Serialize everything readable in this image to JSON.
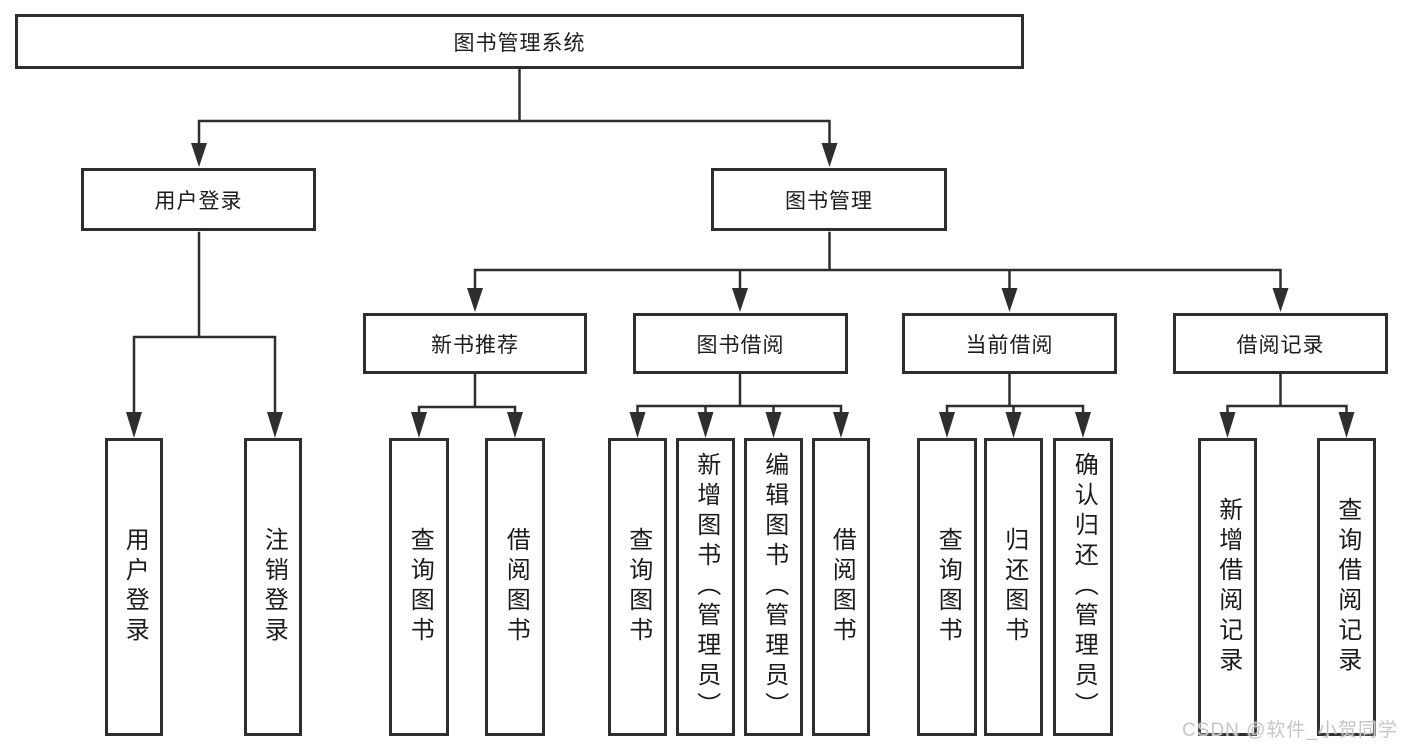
{
  "diagram": {
    "line_color": "#2e2e2e",
    "box_background": "#ffffff",
    "text_color": "#1c1c1c",
    "tree": {
      "label": "图书管理系统",
      "children": [
        {
          "label": "用户登录",
          "children": [
            {
              "label": "用户登录"
            },
            {
              "label": "注销登录"
            }
          ]
        },
        {
          "label": "图书管理",
          "children": [
            {
              "label": "新书推荐",
              "children": [
                {
                  "label": "查询图书"
                },
                {
                  "label": "借阅图书"
                }
              ]
            },
            {
              "label": "图书借阅",
              "children": [
                {
                  "label": "查询图书"
                },
                {
                  "label": "新增图书（管理员）"
                },
                {
                  "label": "编辑图书（管理员）"
                },
                {
                  "label": "借阅图书"
                }
              ]
            },
            {
              "label": "当前借阅",
              "children": [
                {
                  "label": "查询图书"
                },
                {
                  "label": "归还图书"
                },
                {
                  "label": "确认归还（管理员）"
                }
              ]
            },
            {
              "label": "借阅记录",
              "children": [
                {
                  "label": "新增借阅记录"
                },
                {
                  "label": "查询借阅记录"
                }
              ]
            }
          ]
        }
      ]
    }
  },
  "watermark": {
    "text": "CSDN @软件_小贺同学",
    "color": "#c6c6c6"
  }
}
